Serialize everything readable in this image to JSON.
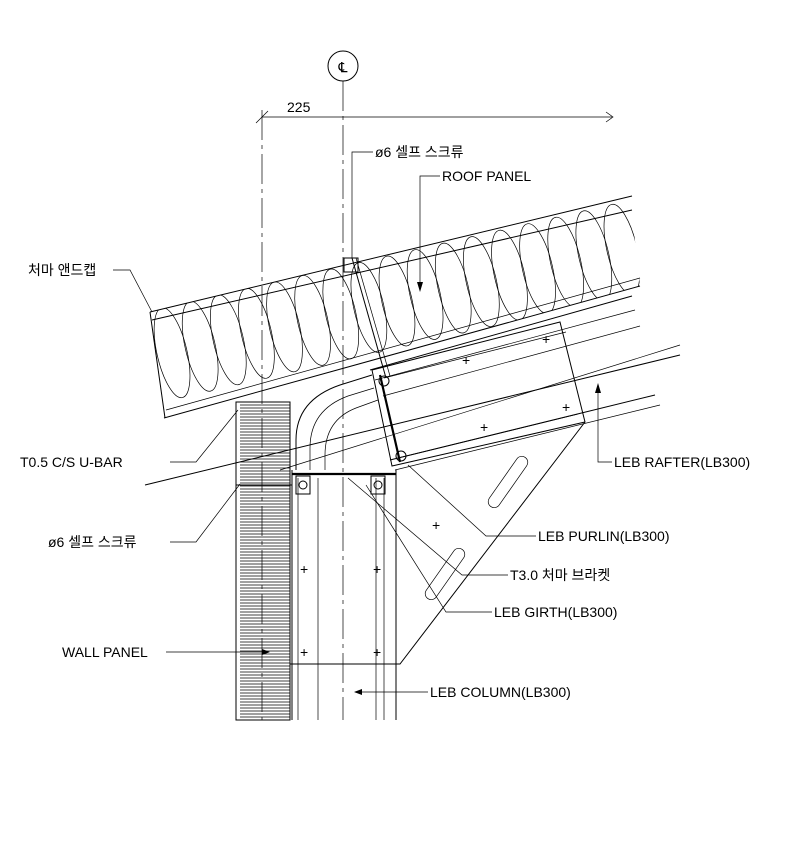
{
  "centerline_symbol": "℄",
  "dimension": "225",
  "labels": {
    "screw_top": "ø6 셀프 스크류",
    "roof_panel": "ROOF PANEL",
    "eave_endcap": "처마 앤드캡",
    "ubar": "T0.5 C/S U-BAR",
    "screw_left": "ø6 셀프 스크류",
    "wall_panel": "WALL PANEL",
    "rafter": "LEB RAFTER(LB300)",
    "purlin": "LEB PURLIN(LB300)",
    "bracket": "T3.0 처마 브라켓",
    "girth": "LEB GIRTH(LB300)",
    "column": "LEB COLUMN(LB300)"
  }
}
